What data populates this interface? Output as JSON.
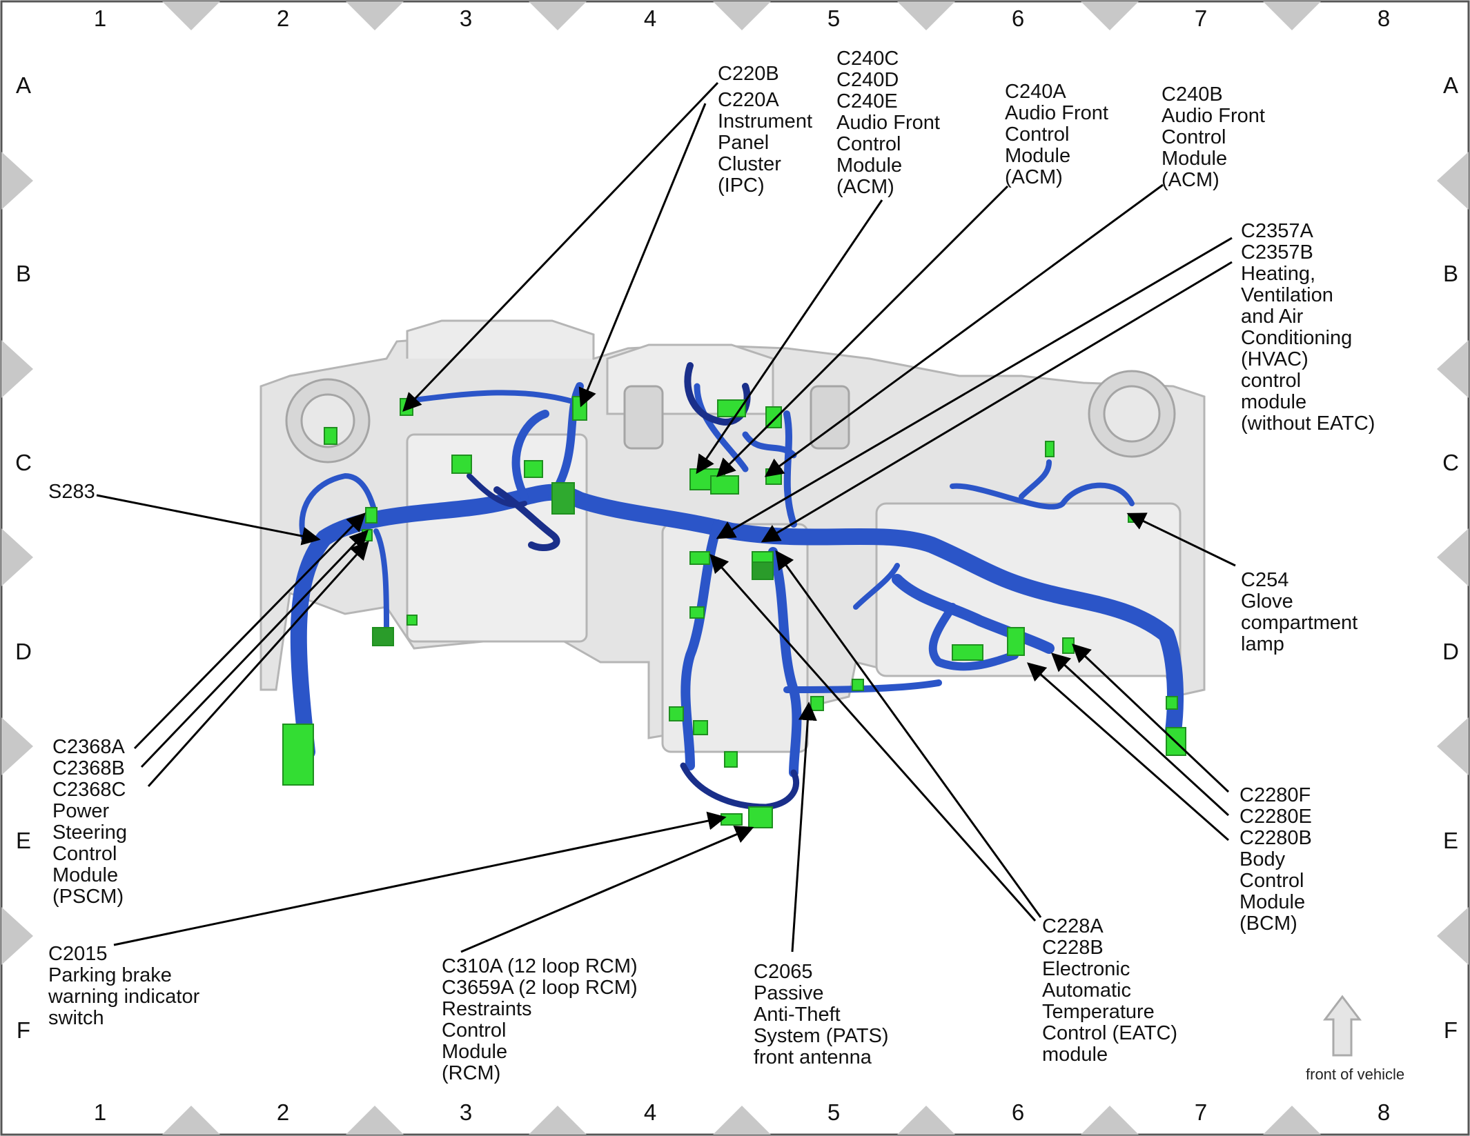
{
  "grid": {
    "columns": [
      "1",
      "2",
      "3",
      "4",
      "5",
      "6",
      "7",
      "8"
    ],
    "rows": [
      "A",
      "B",
      "C",
      "D",
      "E",
      "F"
    ]
  },
  "callouts": {
    "c220b": "C220B",
    "c220a_ipc": "C220A\nInstrument\nPanel\nCluster\n(IPC)",
    "c240cde": "C240C\nC240D\nC240E\nAudio Front\nControl\nModule\n(ACM)",
    "c240a": "C240A\nAudio Front\nControl\nModule\n(ACM)",
    "c240b": "C240B\nAudio Front\nControl\nModule\n(ACM)",
    "c2357": "C2357A\nC2357B\nHeating,\nVentilation\nand Air\nConditioning\n(HVAC)\ncontrol\nmodule\n(without EATC)",
    "s283": "S283",
    "c254": "C254\nGlove\ncompartment\nlamp",
    "c2368": "C2368A\nC2368B\nC2368C\nPower\nSteering\nControl\nModule\n(PSCM)",
    "c2280": "C2280F\nC2280E\nC2280B\nBody\nControl\nModule\n(BCM)",
    "c2015": "C2015\nParking brake\nwarning indicator\nswitch",
    "c310a": "C310A (12 loop RCM)\nC3659A (2 loop RCM)\nRestraints\nControl\nModule\n(RCM)",
    "c2065": "C2065\nPassive\nAnti-Theft\nSystem (PATS)\nfront antenna",
    "c228": "C228A\nC228B\nElectronic\nAutomatic\nTemperature\nControl (EATC)\nmodule"
  },
  "front_of_vehicle": "front of vehicle",
  "colors": {
    "harness": "#2b55c8",
    "harness_dark": "#1a2f8a",
    "connector": "#33dd33",
    "connector_dark": "#1f8f1f",
    "dashboard": "#e4e4e4",
    "dashboard_edge": "#b5b5b5",
    "grid_marker": "#c8c8c8",
    "leader": "#000000"
  }
}
